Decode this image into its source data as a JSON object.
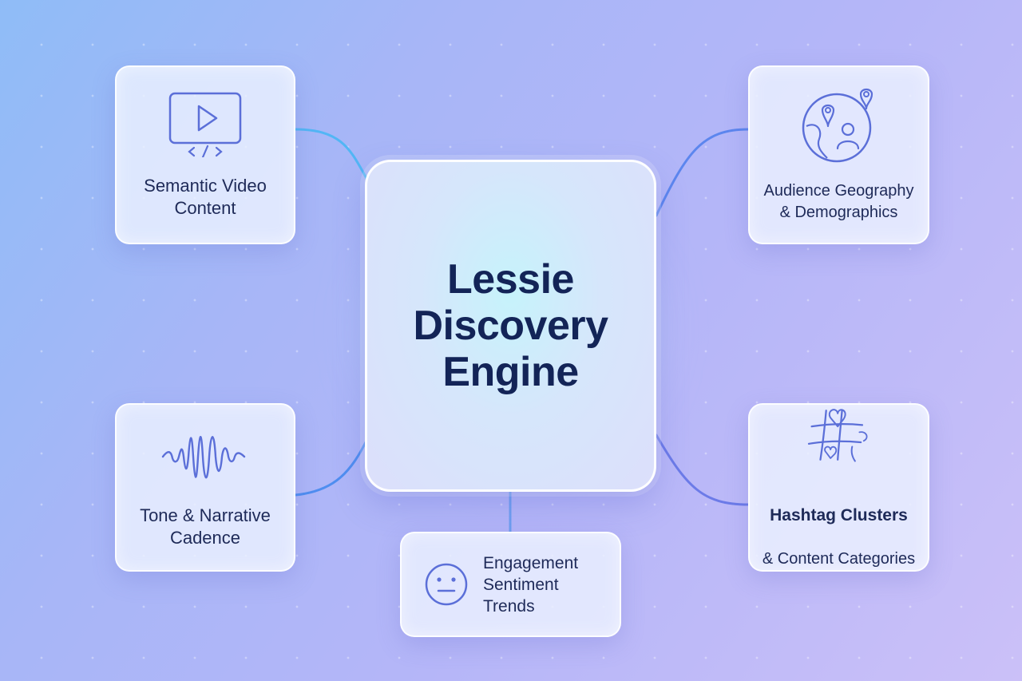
{
  "hub": {
    "title": "Lessie\nDiscovery\nEngine"
  },
  "nodes": {
    "semantic_video": {
      "label": "Semantic Video\nContent",
      "icon": "video-code-icon"
    },
    "audience": {
      "label": "Audience Geography\n& Demographics",
      "icon": "globe-location-icon"
    },
    "tone": {
      "label": "Tone & Narrative\nCadence",
      "icon": "waveform-icon"
    },
    "hashtag": {
      "label_bold": "Hashtag Clusters",
      "label_rest": "& Content Categories",
      "icon": "hashtag-icon"
    },
    "engagement": {
      "label": "Engagement\nSentiment\nTrends",
      "icon": "neutral-face-icon"
    }
  },
  "colors": {
    "accent": "#5b7be8",
    "connector": "#4f8cf0",
    "title": "#132457"
  }
}
